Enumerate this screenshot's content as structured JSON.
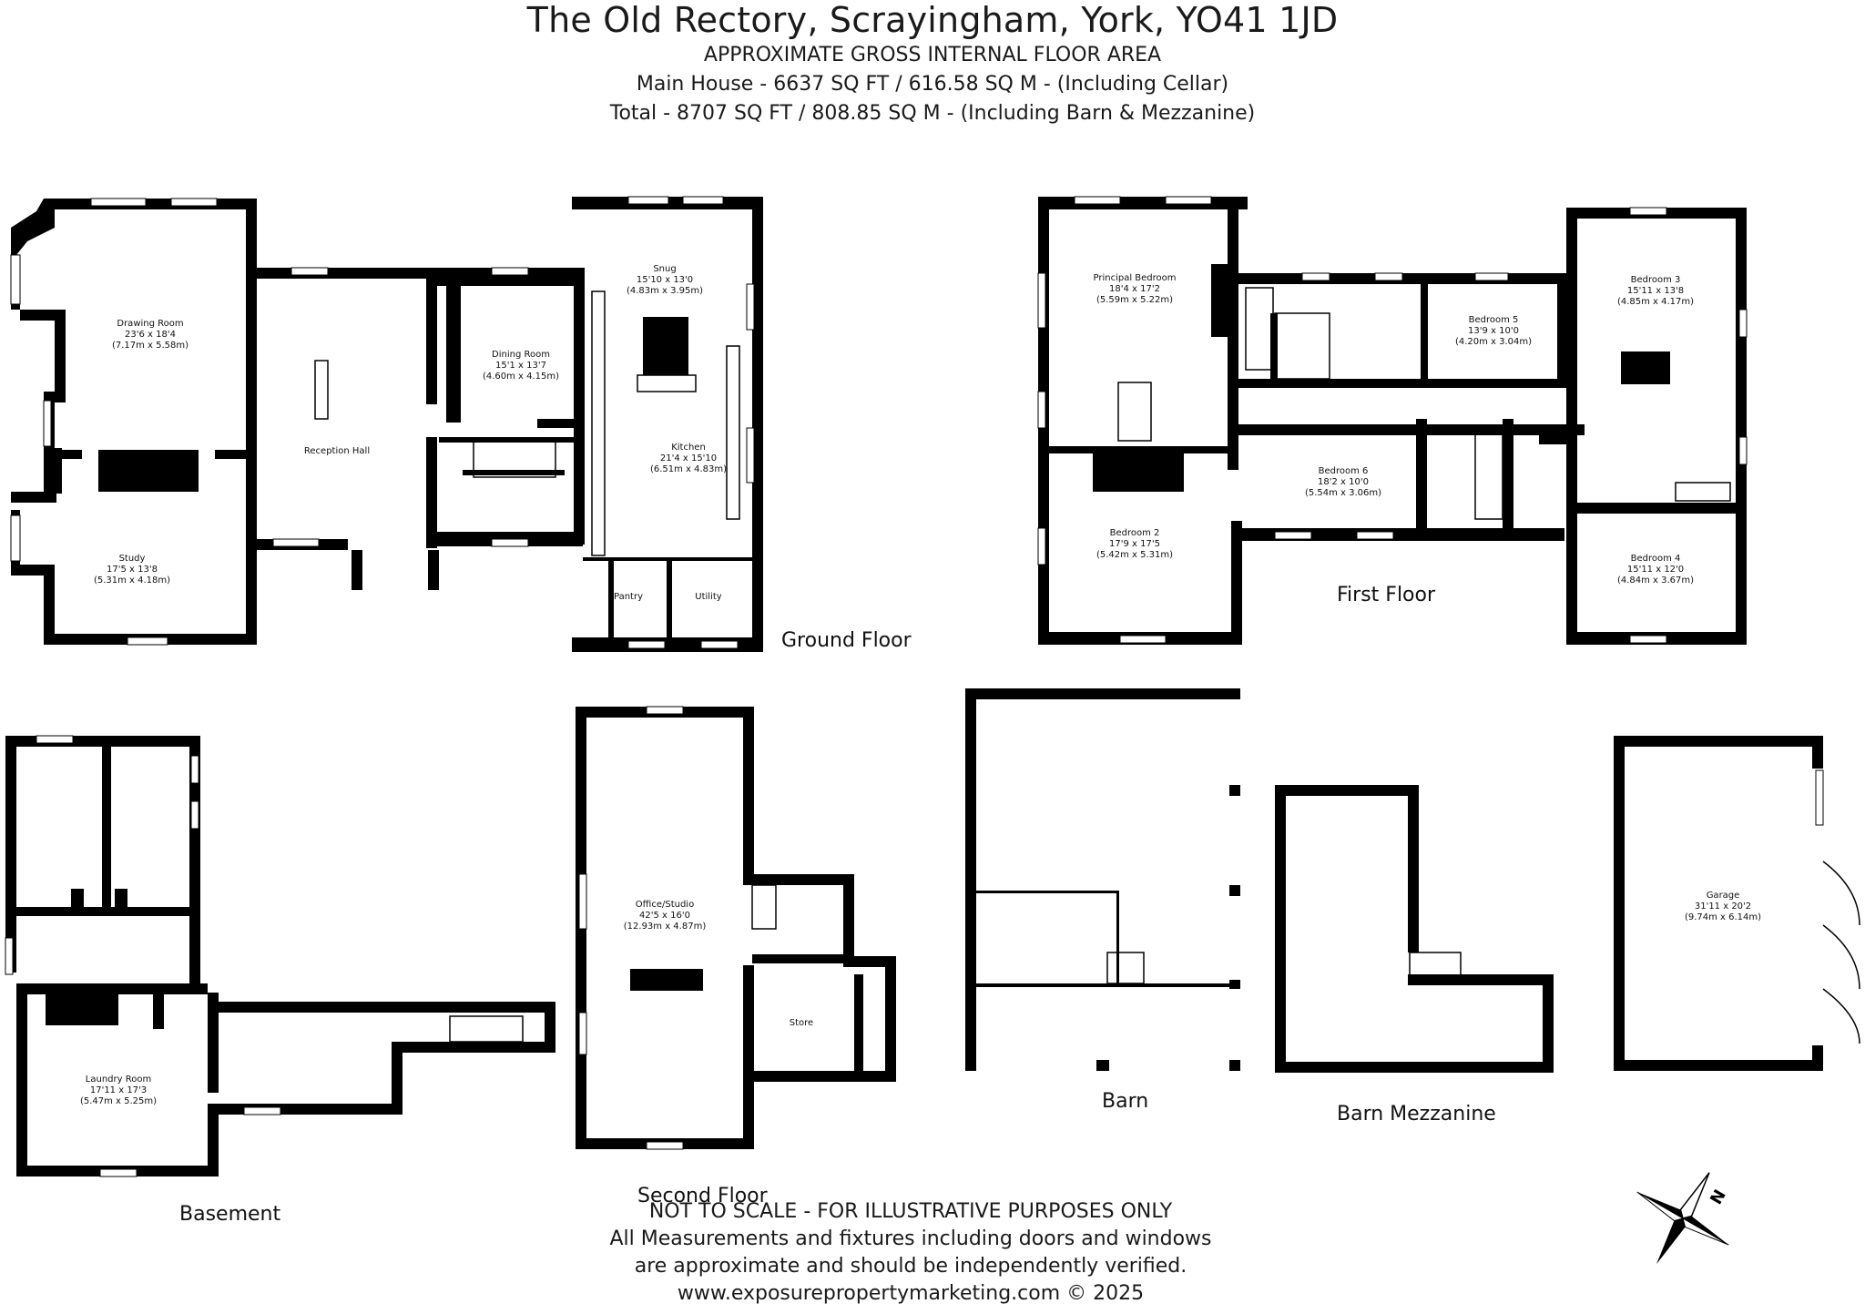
{
  "header": {
    "title": "The Old Rectory, Scrayingham, York, YO41 1JD",
    "subtitle": "APPROXIMATE GROSS INTERNAL FLOOR AREA",
    "main_house": "Main House - 6637 SQ FT / 616.58 SQ M - (Including Cellar)",
    "total": "Total - 8707 SQ FT / 808.85 SQ M - (Including Barn & Mezzanine)"
  },
  "floors": {
    "ground": "Ground Floor",
    "first": "First Floor",
    "basement": "Basement",
    "second": "Second Floor",
    "barn": "Barn",
    "mezzanine": "Barn Mezzanine"
  },
  "rooms": {
    "drawing": {
      "name": "Drawing Room",
      "imperial": "23'6 x 18'4",
      "metric": "(7.17m x 5.58m)"
    },
    "study": {
      "name": "Study",
      "imperial": "17'5 x 13'8",
      "metric": "(5.31m x 4.18m)"
    },
    "reception": {
      "name": "Reception Hall"
    },
    "dining": {
      "name": "Dining Room",
      "imperial": "15'1 x 13'7",
      "metric": "(4.60m x 4.15m)"
    },
    "snug": {
      "name": "Snug",
      "imperial": "15'10 x 13'0",
      "metric": "(4.83m x 3.95m)"
    },
    "kitchen": {
      "name": "Kitchen",
      "imperial": "21'4 x 15'10",
      "metric": "(6.51m x 4.83m)"
    },
    "pantry": {
      "name": "Pantry"
    },
    "utility": {
      "name": "Utility"
    },
    "principal": {
      "name": "Principal Bedroom",
      "imperial": "18'4 x 17'2",
      "metric": "(5.59m x 5.22m)"
    },
    "bed2": {
      "name": "Bedroom 2",
      "imperial": "17'9 x 17'5",
      "metric": "(5.42m x 5.31m)"
    },
    "bed3": {
      "name": "Bedroom 3",
      "imperial": "15'11 x 13'8",
      "metric": "(4.85m x 4.17m)"
    },
    "bed4": {
      "name": "Bedroom 4",
      "imperial": "15'11 x 12'0",
      "metric": "(4.84m x 3.67m)"
    },
    "bed5": {
      "name": "Bedroom 5",
      "imperial": "13'9 x 10'0",
      "metric": "(4.20m x 3.04m)"
    },
    "bed6": {
      "name": "Bedroom 6",
      "imperial": "18'2 x 10'0",
      "metric": "(5.54m x 3.06m)"
    },
    "laundry": {
      "name": "Laundry Room",
      "imperial": "17'11 x 17'3",
      "metric": "(5.47m x 5.25m)"
    },
    "office": {
      "name": "Office/Studio",
      "imperial": "42'5 x 16'0",
      "metric": "(12.93m x 4.87m)"
    },
    "store": {
      "name": "Store"
    },
    "garage": {
      "name": "Garage",
      "imperial": "31'11 x 20'2",
      "metric": "(9.74m x 6.14m)"
    }
  },
  "compass": {
    "label": "N"
  },
  "footer": {
    "line1": "NOT TO SCALE - FOR ILLUSTRATIVE PURPOSES ONLY",
    "line2": "All Measurements and fixtures including doors and windows",
    "line3": "are approximate and should be independently verified.",
    "line4": "www.exposurepropertymarketing.com © 2025"
  }
}
